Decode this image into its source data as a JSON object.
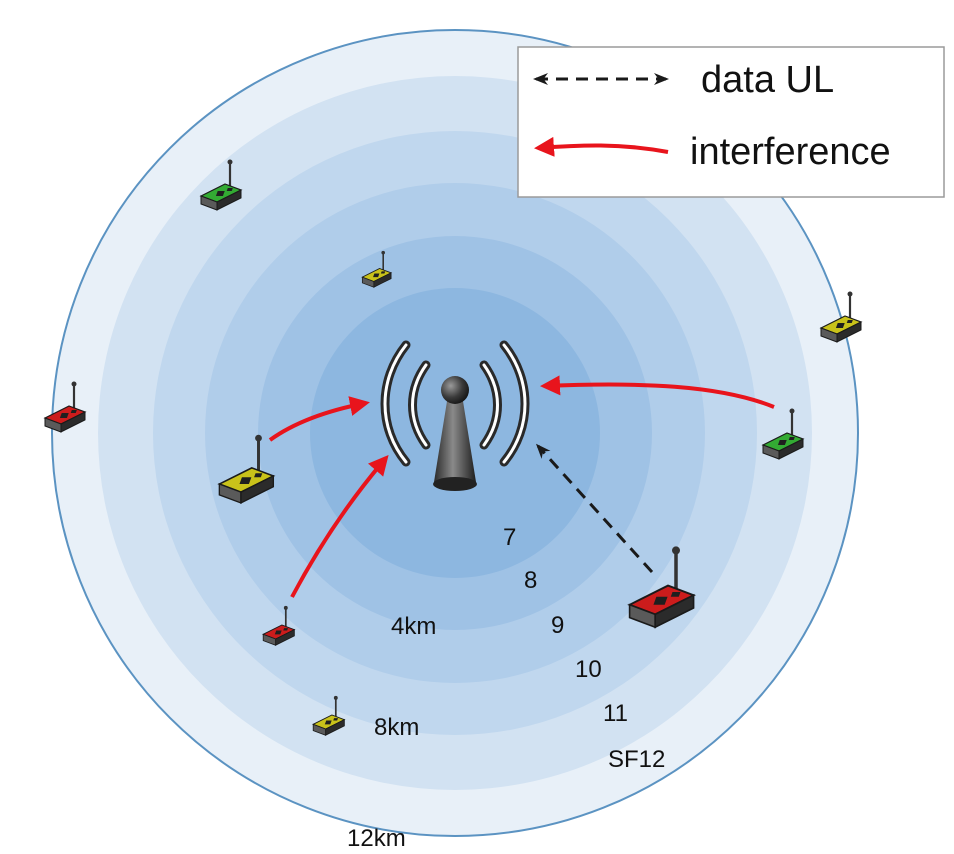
{
  "legend": {
    "data_ul": "data UL",
    "interference": "interference"
  },
  "sf_labels": [
    "7",
    "8",
    "9",
    "10",
    "11",
    "SF12"
  ],
  "distance_labels": [
    "4km",
    "8km",
    "12km"
  ],
  "colors": {
    "interference": "#e8141c",
    "data_ul": "#1a1a1a",
    "device_green": "#33aa33",
    "device_yellow": "#c9c21a",
    "device_red": "#cc1c1c",
    "ring_border": "#5b93c2"
  },
  "icons": {
    "gateway": "antenna-tower-icon",
    "device": "lora-end-device-icon"
  }
}
